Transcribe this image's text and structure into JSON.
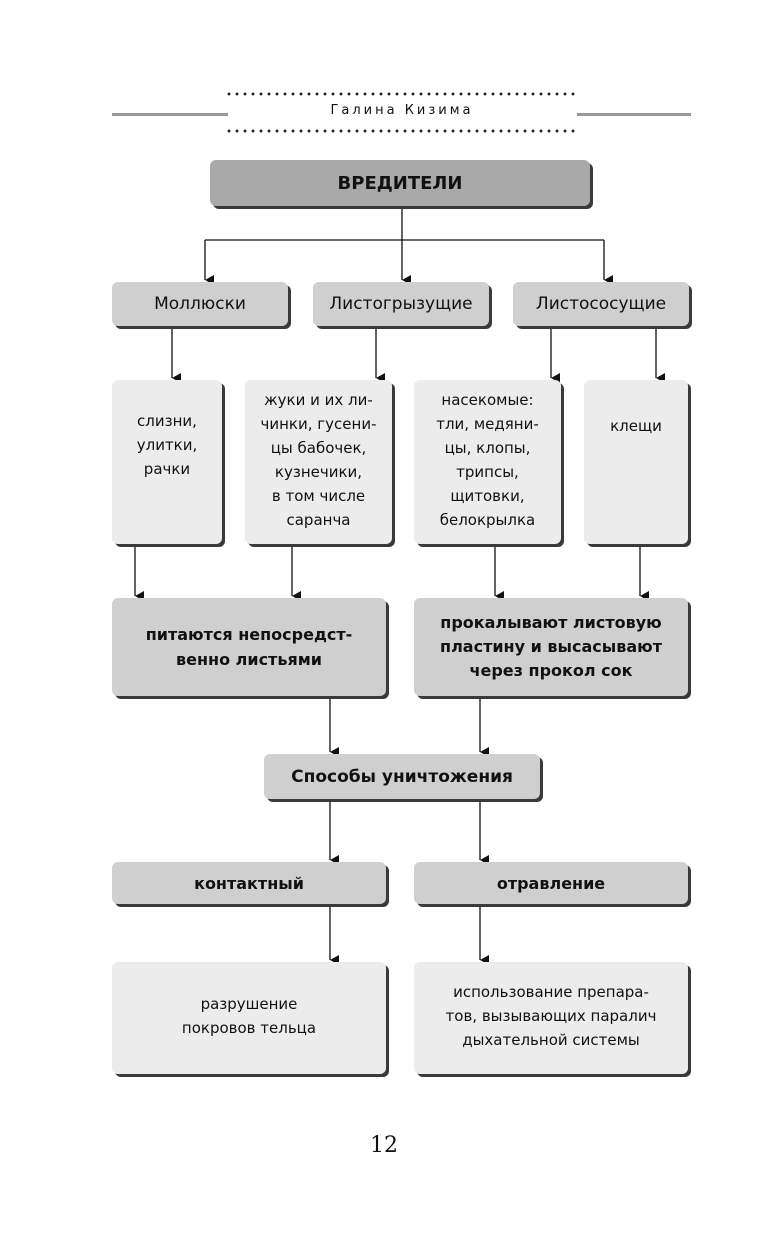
{
  "header": {
    "author": "Галина Кизима"
  },
  "diagram": {
    "root": "ВРЕДИТЕЛИ",
    "groups": {
      "mollusks": "Моллюски",
      "leaf_chewing": "Листогрызущие",
      "leaf_sucking": "Листососущие"
    },
    "examples": {
      "mollusks": "слизни,\nулитки,\nрачки",
      "leaf_chewing": "жуки и их ли-\nчинки, гусени-\nцы бабочек,\nкузнечики,\nв том числе\nсаранча",
      "insects": "насекомые:\nтли, медяни-\nцы, клопы,\nтрипсы,\nщитовки,\nбелокрылка",
      "mites": "клещи"
    },
    "feeding": {
      "direct": "питаются непосредст-\nвенно листьями",
      "sucking": "прокалывают листовую\nпластину и высасывают\nчерез прокол сок"
    },
    "methods": "Способы уничтожения",
    "method_types": {
      "contact": "контактный",
      "poisoning": "отравление"
    },
    "method_effects": {
      "contact": "разрушение\nпокровов тельца",
      "poisoning": "использование препара-\nтов, вызывающих паралич\nдыхательной системы"
    }
  },
  "footer": {
    "page_number": "12"
  }
}
